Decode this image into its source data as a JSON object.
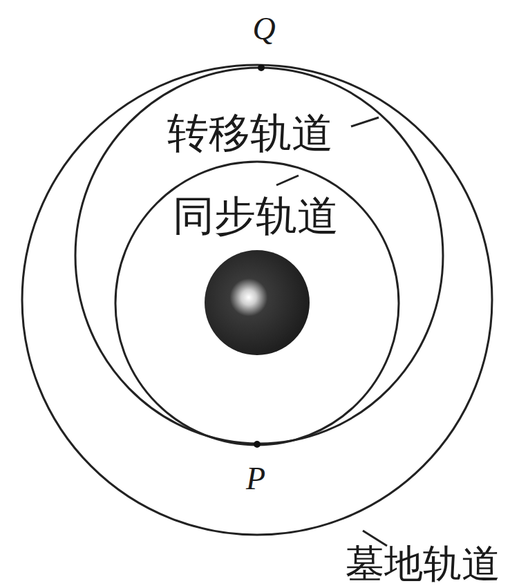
{
  "diagram": {
    "labels": [
      "Q",
      "转移轨道",
      "同步轨道",
      "P",
      "墓地轨道"
    ]
  }
}
